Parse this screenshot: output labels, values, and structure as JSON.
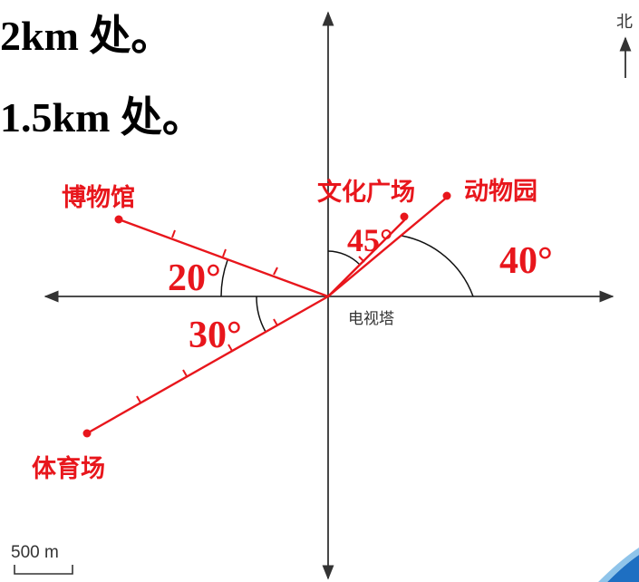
{
  "heading_lines": [
    "2km 处。",
    "1.5km 处。"
  ],
  "compass": {
    "label": "北"
  },
  "center": {
    "label": "电视塔"
  },
  "places": [
    {
      "key": "museum",
      "label": "博物馆"
    },
    {
      "key": "zoo",
      "label": "动物园"
    },
    {
      "key": "square",
      "label": "文化广场"
    },
    {
      "key": "stadium",
      "label": "体育场"
    }
  ],
  "angles": [
    {
      "key": "museum",
      "label": "20°",
      "value": 20
    },
    {
      "key": "stadium",
      "label": "30°",
      "value": 30
    },
    {
      "key": "square",
      "label": "45°",
      "value": 45
    },
    {
      "key": "zoo",
      "label": "40°",
      "value": 40
    }
  ],
  "scale": {
    "label": "500 m"
  },
  "colors": {
    "annotation": "#e8161c",
    "axis": "#333333",
    "heading": "#000000"
  }
}
